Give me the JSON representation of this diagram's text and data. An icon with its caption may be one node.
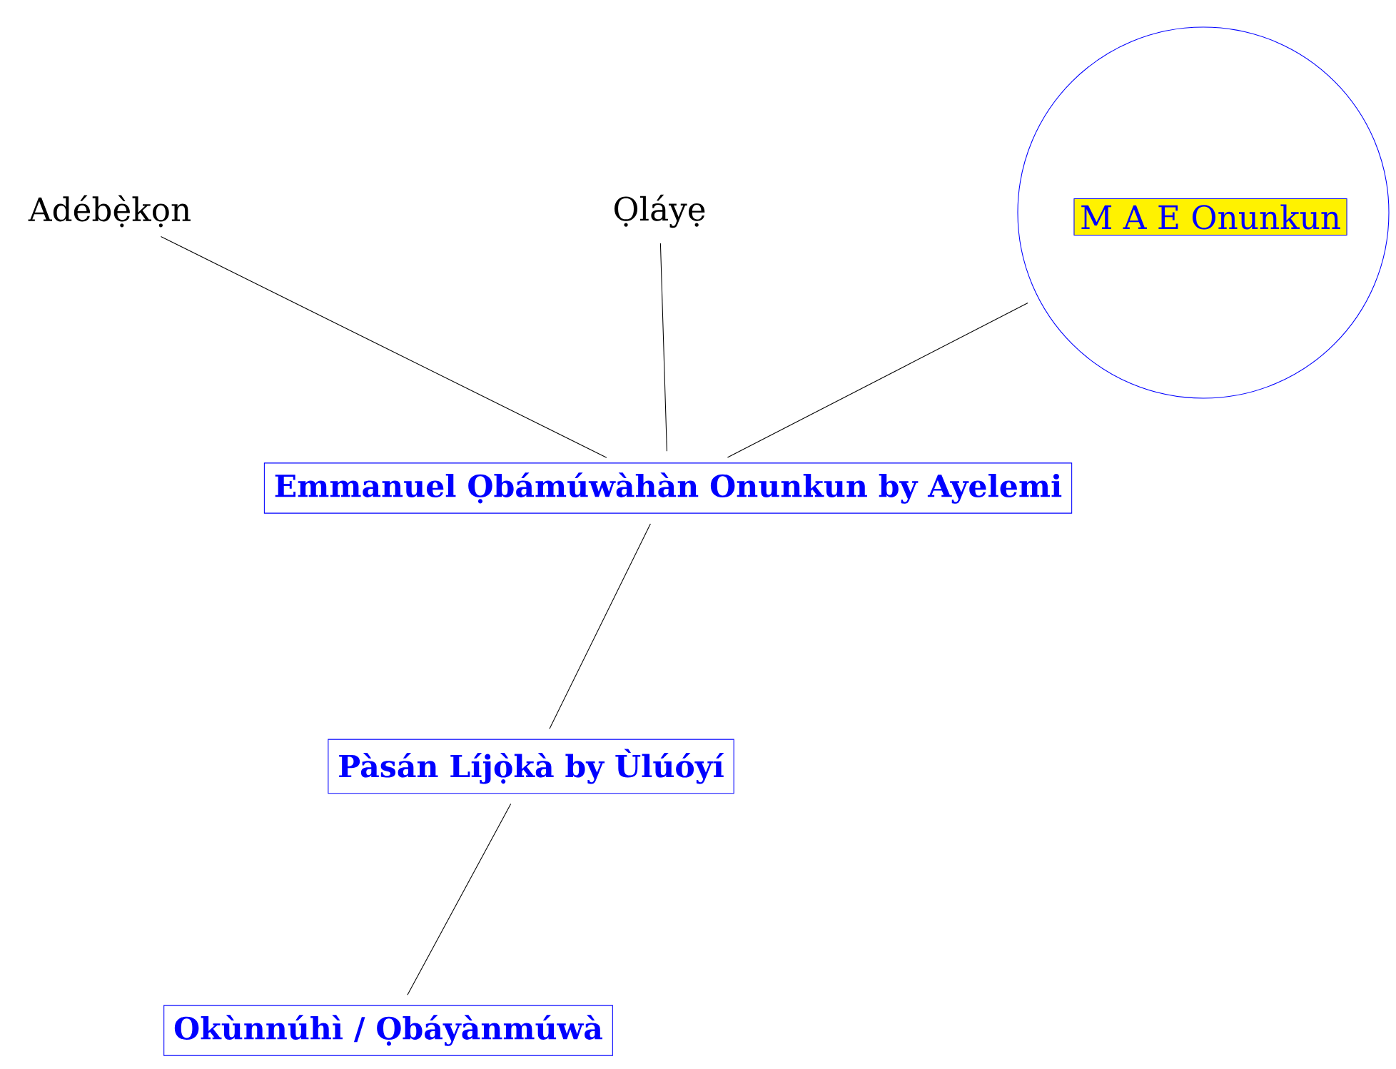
{
  "diagram": {
    "nodes": [
      {
        "text": [
          "Adébẹ̀kọn"
        ]
      },
      {
        "text": [
          "Ọláyẹ"
        ]
      },
      {
        "text": [],
        "shape": "circle"
      },
      {
        "text": [
          "M A E Onunkun"
        ],
        "in": 2
      },
      {
        "text": [
          "Emmanuel Ọbámúwàhàn Onunkun by Ayelemi"
        ]
      },
      {
        "text": [
          "Pàsán Líjọ̀kà by Ùlúóyí"
        ]
      },
      {
        "text": [
          "Okùnnúhì / Ọbáyànmúwà"
        ]
      }
    ],
    "edges": [
      {
        "from": 0,
        "to": 4,
        "arrow": "none"
      },
      {
        "from": 1,
        "to": 4,
        "arrow": "none"
      },
      {
        "from": 2,
        "to": 4,
        "arrow": "none"
      },
      {
        "from": 4,
        "to": 5,
        "arrow": "none"
      },
      {
        "from": 5,
        "to": 6,
        "arrow": "none"
      }
    ]
  }
}
